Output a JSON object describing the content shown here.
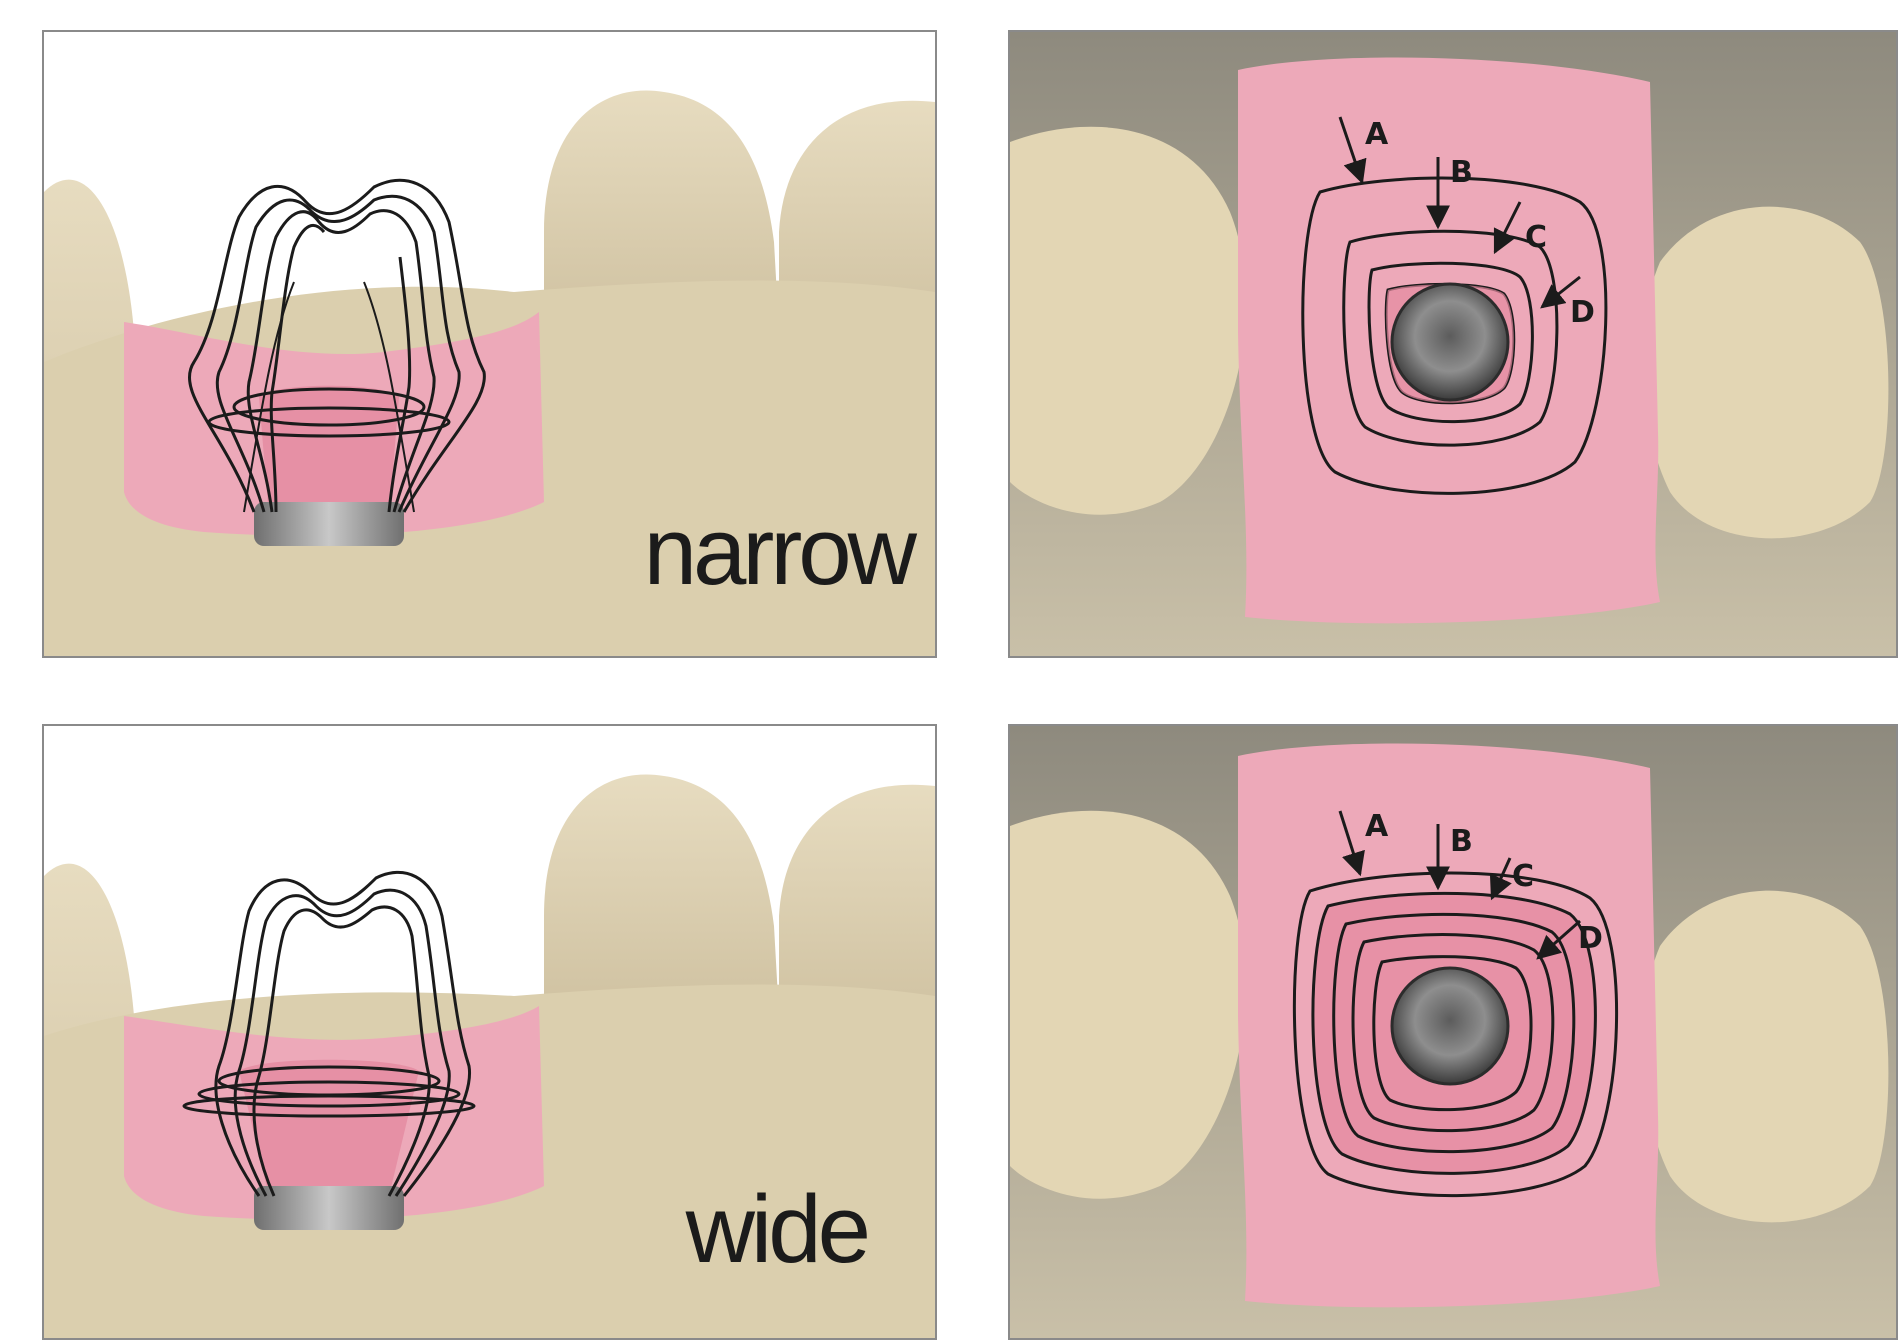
{
  "panels": {
    "narrow": {
      "label": "narrow",
      "zone_labels": [
        "A",
        "B",
        "C",
        "D"
      ]
    },
    "wide": {
      "label": "wide",
      "zone_labels": [
        "A",
        "B",
        "C",
        "D"
      ]
    }
  },
  "colors": {
    "tooth": "#ddd0b0",
    "gum": "#eda9b9",
    "implant": "#8e8e8e",
    "outline": "#1b1b1b",
    "border": "#8a8a8a"
  }
}
